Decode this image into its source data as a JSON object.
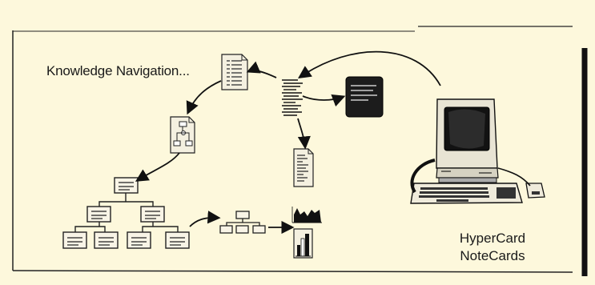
{
  "diagram": {
    "title": "Knowledge Navigation...",
    "systems": [
      "HyperCard",
      "NoteCards"
    ]
  }
}
